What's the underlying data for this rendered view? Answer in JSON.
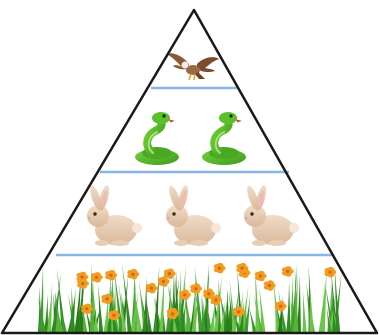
{
  "pyramid": {
    "levels": [
      {
        "id": "apex",
        "organism": "hawk",
        "icon": "hawk-icon",
        "count": 1
      },
      {
        "id": "second",
        "organism": "snake",
        "icon": "snake-icon",
        "count": 2
      },
      {
        "id": "third",
        "organism": "rabbit",
        "icon": "rabbit-icon",
        "count": 3
      },
      {
        "id": "base",
        "organism": "grass-and-flowers",
        "icon": "grass-flowers-icon"
      }
    ],
    "colors": {
      "outline": "#1a1a1a",
      "divider": "#8ab6e6",
      "snake": "#5bbf2a",
      "rabbit": "#e8cdb5",
      "hawk": "#8a5a36",
      "grass": "#3e9a2f",
      "flower": "#f39b1f"
    }
  }
}
